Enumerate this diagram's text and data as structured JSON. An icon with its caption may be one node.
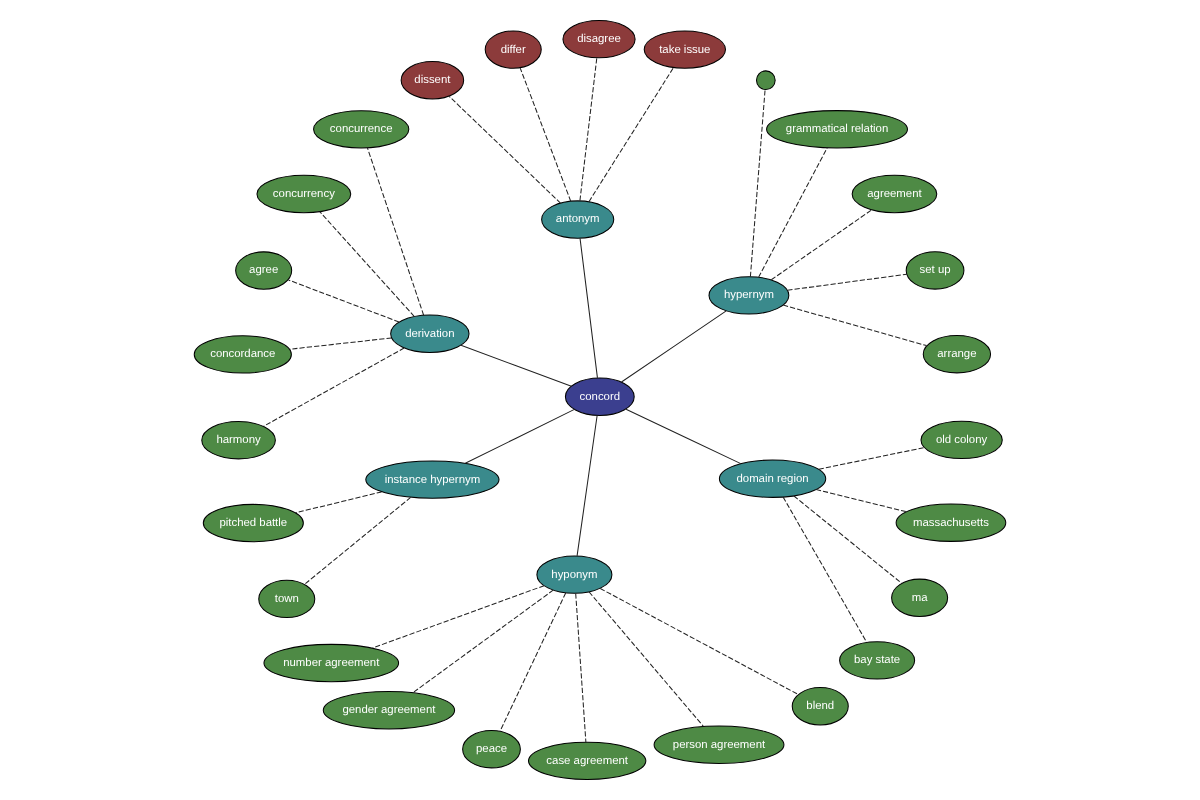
{
  "diagram": {
    "nodes": [
      {
        "text": [
          "concord"
        ]
      },
      {
        "text": [
          "hypernym"
        ]
      },
      {
        "text": [
          "arrange"
        ]
      },
      {
        "text": [
          "set up"
        ]
      },
      {
        "text": [
          "agreement"
        ]
      },
      {
        "text": [
          "grammatical relation"
        ]
      },
      {
        "text": [],
        "shape": "circle"
      },
      {
        "text": [
          "antonym"
        ]
      },
      {
        "text": [
          "take issue"
        ]
      },
      {
        "text": [
          "disagree"
        ]
      },
      {
        "text": [
          "differ"
        ]
      },
      {
        "text": [
          "dissent"
        ]
      },
      {
        "text": [
          "derivation"
        ]
      },
      {
        "text": [
          "concurrence"
        ]
      },
      {
        "text": [
          "concurrency"
        ]
      },
      {
        "text": [
          "agree"
        ]
      },
      {
        "text": [
          "concordance"
        ]
      },
      {
        "text": [
          "harmony"
        ]
      },
      {
        "text": [
          "instance hypernym"
        ]
      },
      {
        "text": [
          "pitched battle"
        ]
      },
      {
        "text": [
          "town"
        ]
      },
      {
        "text": [
          "hyponym"
        ]
      },
      {
        "text": [
          "number agreement"
        ]
      },
      {
        "text": [
          "gender agreement"
        ]
      },
      {
        "text": [
          "peace"
        ]
      },
      {
        "text": [
          "case agreement"
        ]
      },
      {
        "text": [
          "person agreement"
        ]
      },
      {
        "text": [
          "blend"
        ]
      },
      {
        "text": [
          "domain region"
        ]
      },
      {
        "text": [
          "bay state"
        ]
      },
      {
        "text": [
          "ma"
        ]
      },
      {
        "text": [
          "massachusetts"
        ]
      },
      {
        "text": [
          "old colony"
        ]
      }
    ],
    "edges": [
      {
        "from": 0,
        "to": 1,
        "arrow": "none"
      },
      {
        "from": 1,
        "to": 2,
        "arrow": "none",
        "style": "dashed"
      },
      {
        "from": 1,
        "to": 3,
        "arrow": "none",
        "style": "dashed"
      },
      {
        "from": 1,
        "to": 4,
        "arrow": "none",
        "style": "dashed"
      },
      {
        "from": 1,
        "to": 5,
        "arrow": "none",
        "style": "dashed"
      },
      {
        "from": 1,
        "to": 6,
        "arrow": "none",
        "style": "dashed"
      },
      {
        "from": 0,
        "to": 7,
        "arrow": "none"
      },
      {
        "from": 7,
        "to": 8,
        "arrow": "none",
        "style": "dashed"
      },
      {
        "from": 7,
        "to": 9,
        "arrow": "none",
        "style": "dashed"
      },
      {
        "from": 7,
        "to": 10,
        "arrow": "none",
        "style": "dashed"
      },
      {
        "from": 7,
        "to": 11,
        "arrow": "none",
        "style": "dashed"
      },
      {
        "from": 0,
        "to": 12,
        "arrow": "none"
      },
      {
        "from": 12,
        "to": 13,
        "arrow": "none",
        "style": "dashed"
      },
      {
        "from": 12,
        "to": 14,
        "arrow": "none",
        "style": "dashed"
      },
      {
        "from": 12,
        "to": 15,
        "arrow": "none",
        "style": "dashed"
      },
      {
        "from": 12,
        "to": 16,
        "arrow": "none",
        "style": "dashed"
      },
      {
        "from": 12,
        "to": 17,
        "arrow": "none",
        "style": "dashed"
      },
      {
        "from": 0,
        "to": 18,
        "arrow": "none"
      },
      {
        "from": 18,
        "to": 19,
        "arrow": "none",
        "style": "dashed"
      },
      {
        "from": 18,
        "to": 20,
        "arrow": "none",
        "style": "dashed"
      },
      {
        "from": 0,
        "to": 21,
        "arrow": "none"
      },
      {
        "from": 21,
        "to": 22,
        "arrow": "none",
        "style": "dashed"
      },
      {
        "from": 21,
        "to": 23,
        "arrow": "none",
        "style": "dashed"
      },
      {
        "from": 21,
        "to": 24,
        "arrow": "none",
        "style": "dashed"
      },
      {
        "from": 21,
        "to": 25,
        "arrow": "none",
        "style": "dashed"
      },
      {
        "from": 21,
        "to": 26,
        "arrow": "none",
        "style": "dashed"
      },
      {
        "from": 21,
        "to": 27,
        "arrow": "none",
        "style": "dashed"
      },
      {
        "from": 0,
        "to": 28,
        "arrow": "none"
      },
      {
        "from": 28,
        "to": 29,
        "arrow": "none",
        "style": "dashed"
      },
      {
        "from": 28,
        "to": 30,
        "arrow": "none",
        "style": "dashed"
      },
      {
        "from": 28,
        "to": 31,
        "arrow": "none",
        "style": "dashed"
      },
      {
        "from": 28,
        "to": 32,
        "arrow": "none",
        "style": "dashed"
      }
    ]
  }
}
